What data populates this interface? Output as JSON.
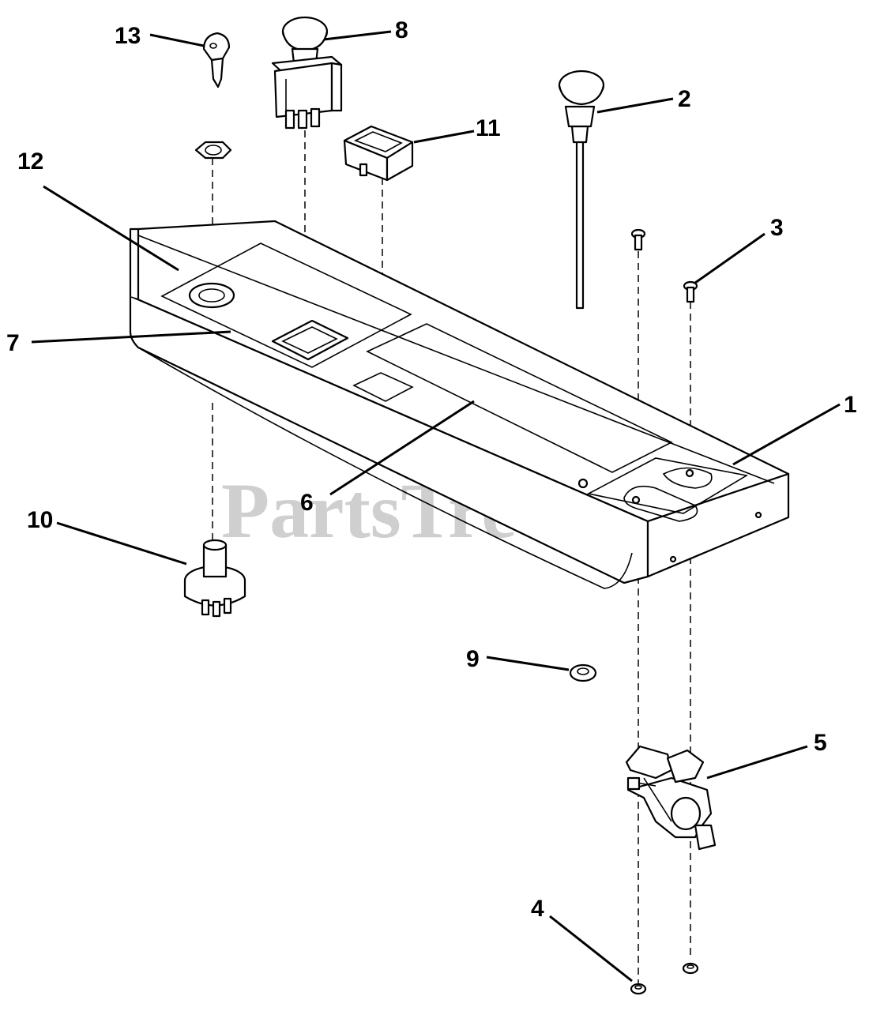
{
  "watermark": "PartsTree",
  "watermark_tm": "™",
  "callouts": [
    "1",
    "2",
    "3",
    "4",
    "5",
    "6",
    "7",
    "8",
    "9",
    "10",
    "11",
    "12",
    "13"
  ]
}
